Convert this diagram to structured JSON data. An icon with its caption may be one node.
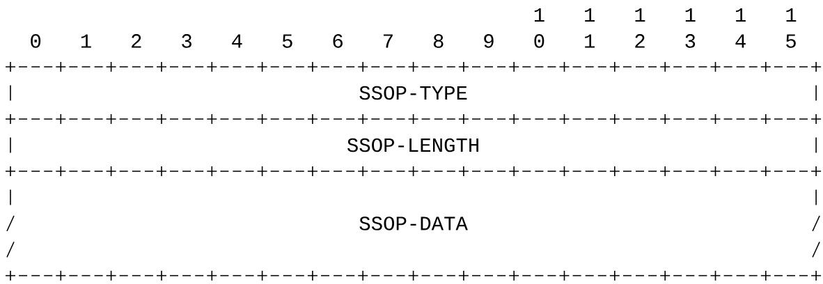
{
  "diagram": {
    "nodes": [
      {
        "text": [
          "SSOP-TYPE"
        ]
      },
      {
        "text": [
          "SSOP-LENGTH"
        ]
      },
      {
        "text": [
          "SSOP-DATA"
        ]
      }
    ],
    "labels": [
      "1",
      "1",
      "1",
      "1",
      "1",
      "1",
      "0",
      "1",
      "2",
      "3",
      "4",
      "5",
      "6",
      "7",
      "8",
      "9",
      "0",
      "1",
      "2",
      "3",
      "4",
      "5"
    ]
  }
}
